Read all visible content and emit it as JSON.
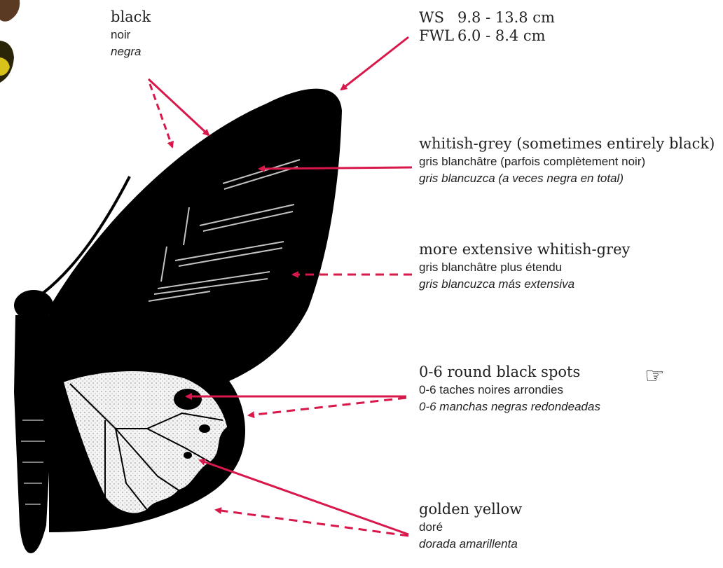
{
  "measurements": [
    {
      "key": "WS",
      "value": "9.8 - 13.8 cm"
    },
    {
      "key": "FWL",
      "value": "6.0 - 8.4 cm"
    }
  ],
  "labels": {
    "black": {
      "en": "black",
      "fr": "noir",
      "es": "negra"
    },
    "whitish": {
      "en": "whitish-grey (sometimes entirely black)",
      "fr": "gris blanchâtre (parfois complètement noir)",
      "es": "gris blancuzca (a veces negra en total)"
    },
    "extensive": {
      "en": "more extensive whitish-grey",
      "fr": "gris blanchâtre plus étendu",
      "es": "gris blancuzca más extensiva"
    },
    "spots": {
      "en": "0-6 round black spots",
      "fr": "0-6 taches noires arrondies",
      "es": "0-6 manchas negras redondeadas"
    },
    "golden": {
      "en": "golden yellow",
      "fr": "doré",
      "es": "dorada amarillenta"
    }
  },
  "pointer_icon": "pointing-hand-icon",
  "colors": {
    "arrow": "#d8174a",
    "body": "#000000",
    "hindwing_pale": "#f2f2f2"
  }
}
